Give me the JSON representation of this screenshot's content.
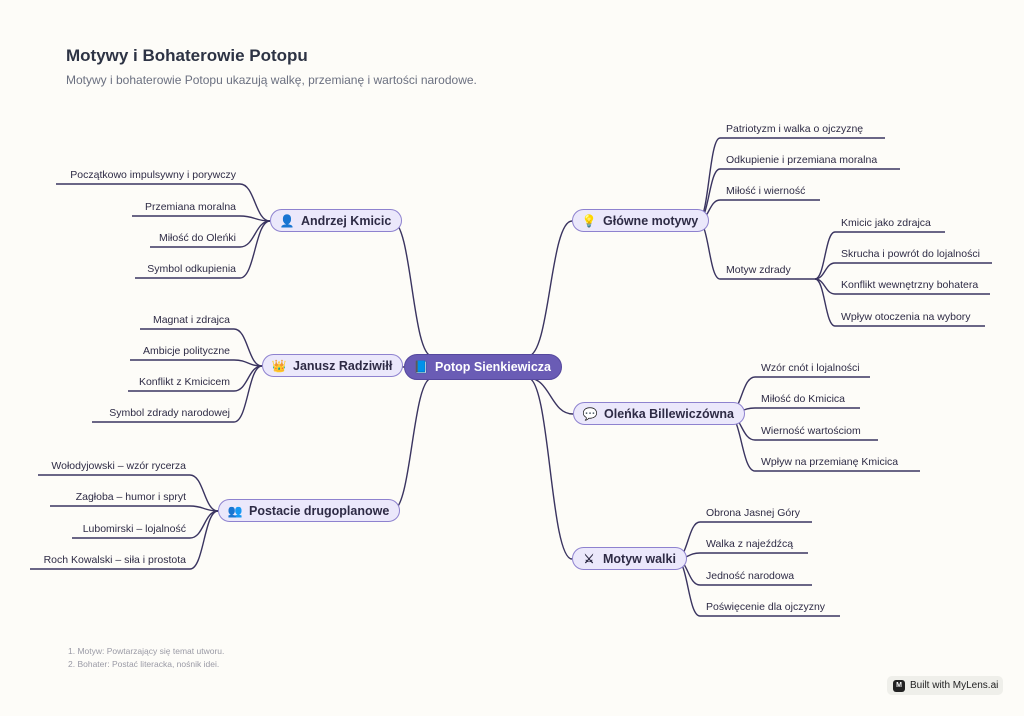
{
  "title": "Motywy i Bohaterowie Potopu",
  "subtitle": "Motywy i bohaterowie Potopu ukazują walkę, przemianę i wartości narodowe.",
  "center": {
    "label": "Potop Sienkiewicza",
    "icon": "book-icon"
  },
  "branches": {
    "kmicic": {
      "label": "Andrzej Kmicic",
      "icon": "person-icon",
      "items": [
        "Początkowo impulsywny i porywczy",
        "Przemiana moralna",
        "Miłość do Oleńki",
        "Symbol odkupienia"
      ]
    },
    "radziwill": {
      "label": "Janusz Radziwiłł",
      "icon": "crown-icon",
      "items": [
        "Magnat i zdrajca",
        "Ambicje polityczne",
        "Konflikt z Kmicicem",
        "Symbol zdrady narodowej"
      ]
    },
    "drugoplanowe": {
      "label": "Postacie drugoplanowe",
      "icon": "people-icon",
      "items": [
        "Wołodyjowski – wzór rycerza",
        "Zagłoba – humor i spryt",
        "Lubomirski – lojalność",
        "Roch Kowalski – siła i prostota"
      ]
    },
    "motywy": {
      "label": "Główne motywy",
      "icon": "lightbulb-icon",
      "items": [
        "Patriotyzm i walka o ojczyznę",
        "Odkupienie i przemiana moralna",
        "Miłość i wierność",
        "Motyw zdrady"
      ],
      "zdrada": [
        "Kmicic jako zdrajca",
        "Skrucha i powrót do lojalności",
        "Konflikt wewnętrzny bohatera",
        "Wpływ otoczenia na wybory"
      ]
    },
    "olenka": {
      "label": "Oleńka Billewiczówna",
      "icon": "chat-icon",
      "items": [
        "Wzór cnót i lojalności",
        "Miłość do Kmicica",
        "Wierność wartościom",
        "Wpływ na przemianę Kmicica"
      ]
    },
    "walka": {
      "label": "Motyw walki",
      "icon": "swords-icon",
      "items": [
        "Obrona Jasnej Góry",
        "Walka z najeźdźcą",
        "Jedność narodowa",
        "Poświęcenie dla ojczyzny"
      ]
    }
  },
  "notes": [
    "1. Motyw: Powtarzający się temat utworu.",
    "2. Bohater: Postać literacka, nośnik idei."
  ],
  "badge": "Built with MyLens.ai",
  "colors": {
    "accent": "#6a5cb5",
    "node_bg": "#ebe8fb",
    "line": "#3a3460"
  }
}
